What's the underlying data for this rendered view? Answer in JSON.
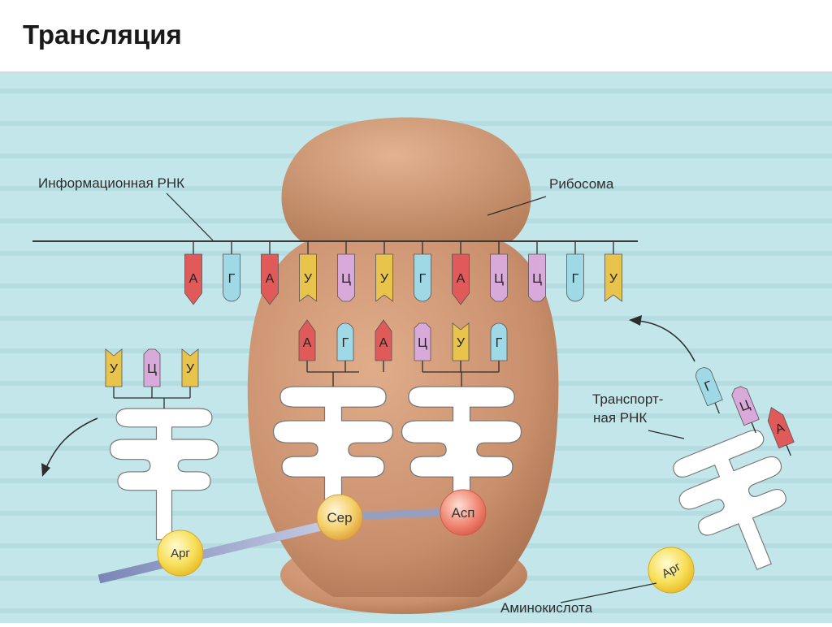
{
  "slide": {
    "title": "Трансляция"
  },
  "labels": {
    "mrna": "Информационная РНК",
    "ribosome": "Рибосома",
    "trna": "Транспорт-",
    "trna2": "ная РНК",
    "amino": "Аминокислота"
  },
  "mrna_codons": [
    {
      "letter": "А",
      "color": "#e05a5a"
    },
    {
      "letter": "Г",
      "color": "#9fd9e6"
    },
    {
      "letter": "А",
      "color": "#e05a5a"
    },
    {
      "letter": "У",
      "color": "#e9c44c"
    },
    {
      "letter": "Ц",
      "color": "#d9a9d9"
    },
    {
      "letter": "У",
      "color": "#e9c44c"
    },
    {
      "letter": "Г",
      "color": "#9fd9e6"
    },
    {
      "letter": "А",
      "color": "#e05a5a"
    },
    {
      "letter": "Ц",
      "color": "#d9a9d9"
    },
    {
      "letter": "Ц",
      "color": "#d9a9d9"
    },
    {
      "letter": "Г",
      "color": "#9fd9e6"
    },
    {
      "letter": "У",
      "color": "#e9c44c"
    }
  ],
  "anticodons_left": [
    {
      "letter": "А",
      "color": "#e05a5a"
    },
    {
      "letter": "Г",
      "color": "#9fd9e6"
    },
    {
      "letter": "А",
      "color": "#e05a5a"
    }
  ],
  "anticodons_right": [
    {
      "letter": "Ц",
      "color": "#d9a9d9"
    },
    {
      "letter": "У",
      "color": "#e9c44c"
    },
    {
      "letter": "Г",
      "color": "#9fd9e6"
    }
  ],
  "trna_exit_codons": [
    {
      "letter": "У",
      "color": "#e9c44c"
    },
    {
      "letter": "Ц",
      "color": "#d9a9d9"
    },
    {
      "letter": "У",
      "color": "#e9c44c"
    }
  ],
  "trna_enter_codons": [
    {
      "letter": "Г",
      "color": "#9fd9e6"
    },
    {
      "letter": "Ц",
      "color": "#d9a9d9"
    },
    {
      "letter": "А",
      "color": "#e05a5a"
    }
  ],
  "amino_acids": {
    "ser": "Сер",
    "asp": "Асп",
    "arg_left": "Арг",
    "arg_right": "Арг"
  },
  "colors": {
    "background": "#c2e6ea",
    "ribosome": "#c98f6d",
    "trna": "#ffffff"
  }
}
